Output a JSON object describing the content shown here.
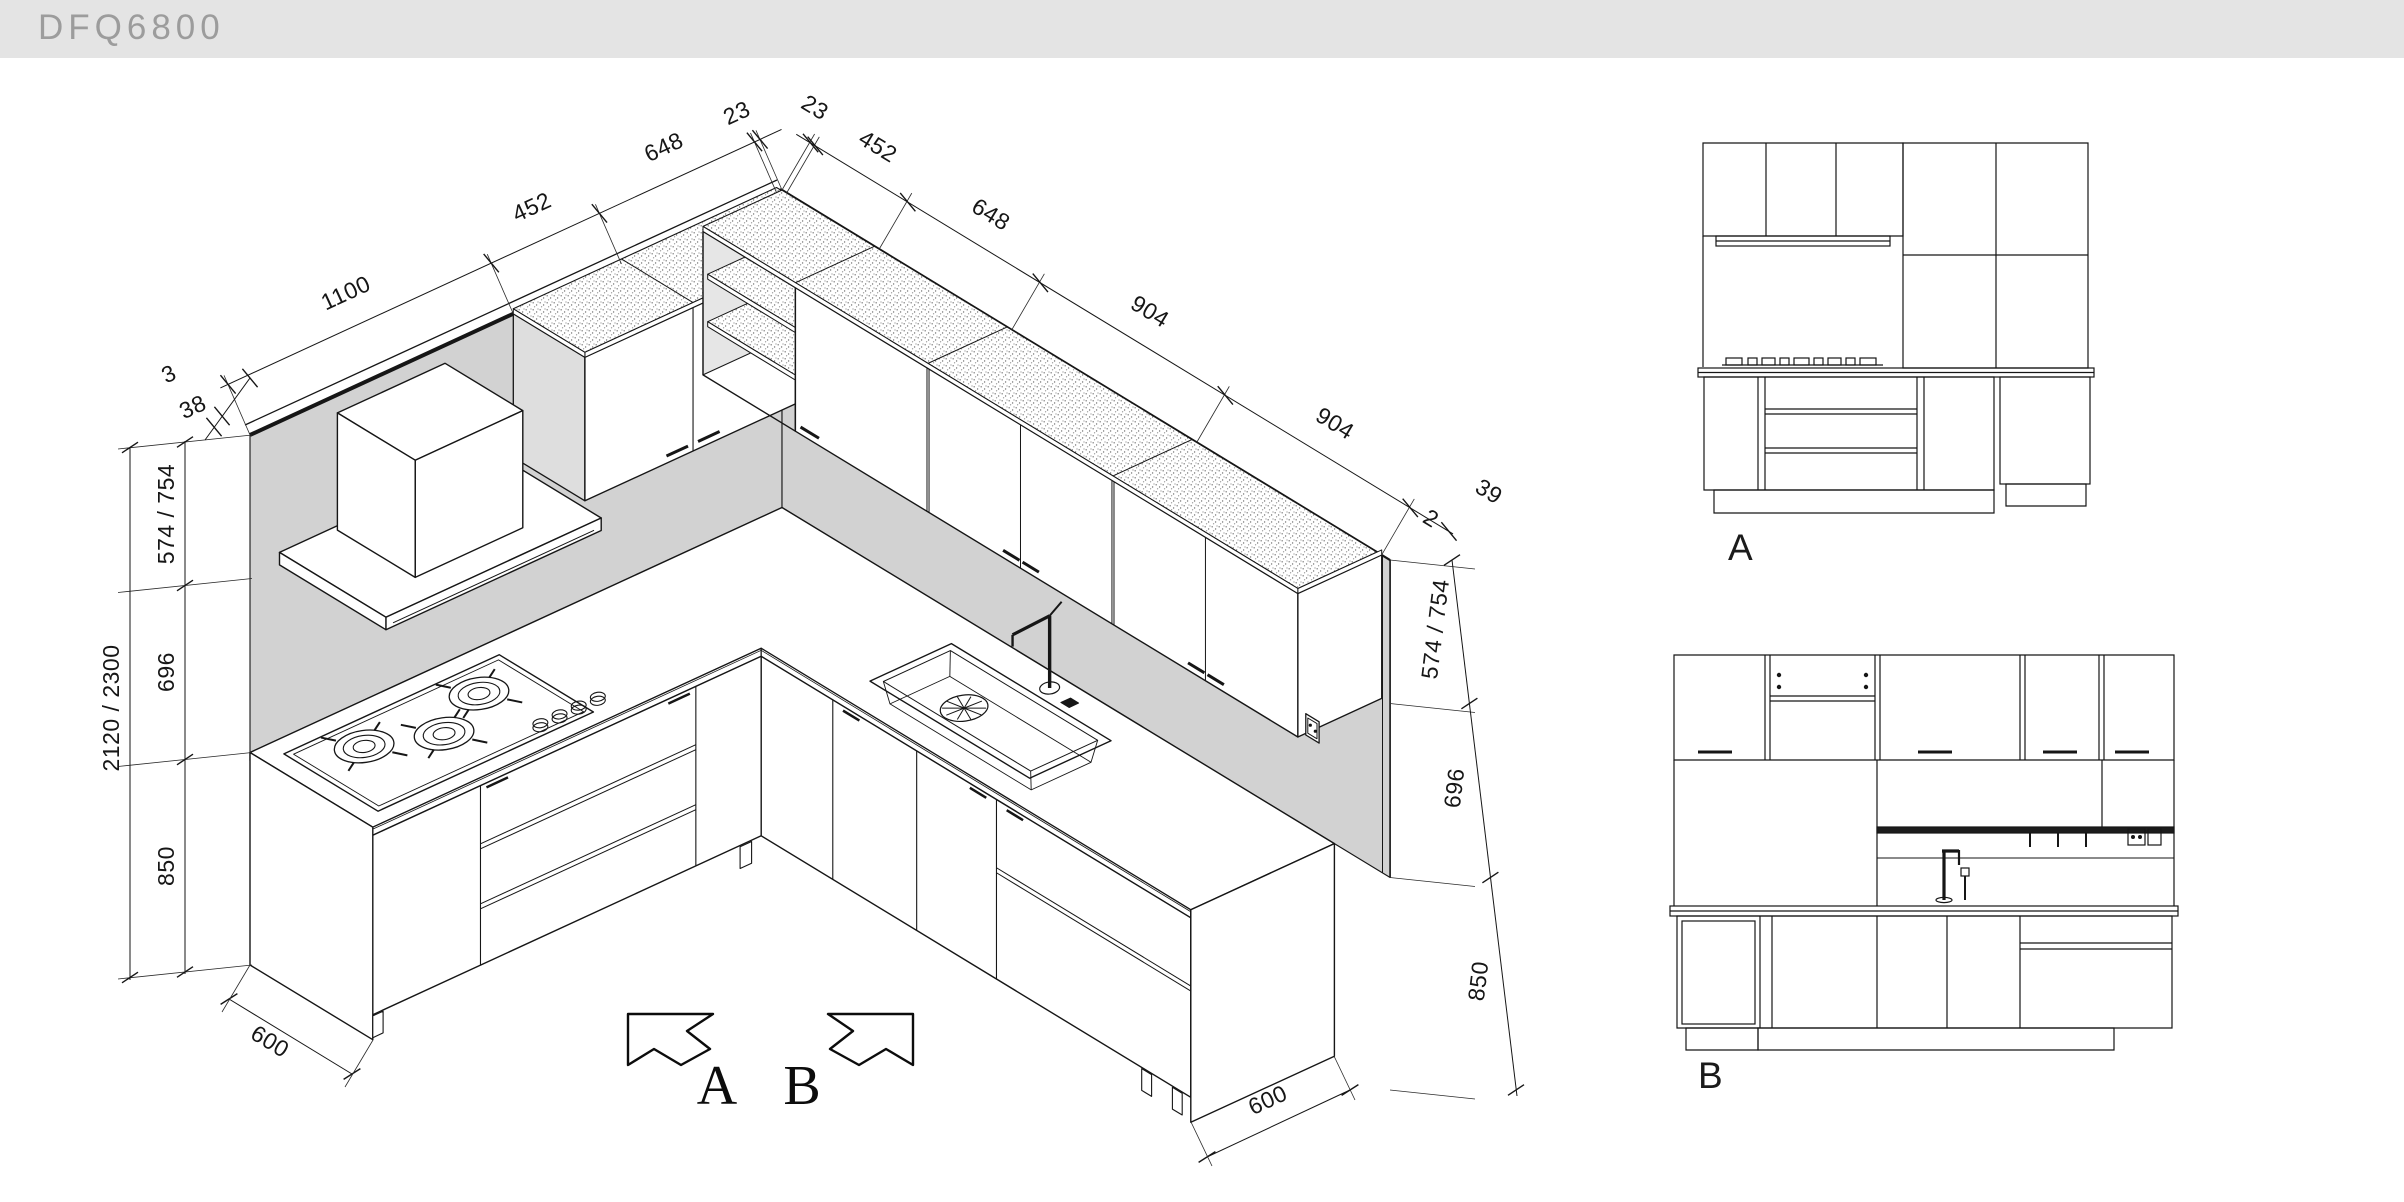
{
  "header": {
    "title": "DFQ6800"
  },
  "iso": {
    "dims_left_top": [
      "1100",
      "452",
      "648",
      "23"
    ],
    "dims_left_end": [
      "3",
      "38"
    ],
    "dims_right_top": [
      "23",
      "452",
      "648",
      "904",
      "904"
    ],
    "dims_right_end": [
      "39",
      "2"
    ],
    "dims_left_height": {
      "total": "2120 / 2300",
      "segments": [
        "574 / 754",
        "696",
        "850"
      ],
      "base_depth": "600"
    },
    "dims_right_height": {
      "segments": [
        "574 / 754",
        "696",
        "850"
      ],
      "base_depth": "600"
    },
    "view_arrows": [
      {
        "label": "A"
      },
      {
        "label": "B"
      }
    ]
  },
  "elevations": [
    {
      "label": "A"
    },
    {
      "label": "B"
    }
  ]
}
